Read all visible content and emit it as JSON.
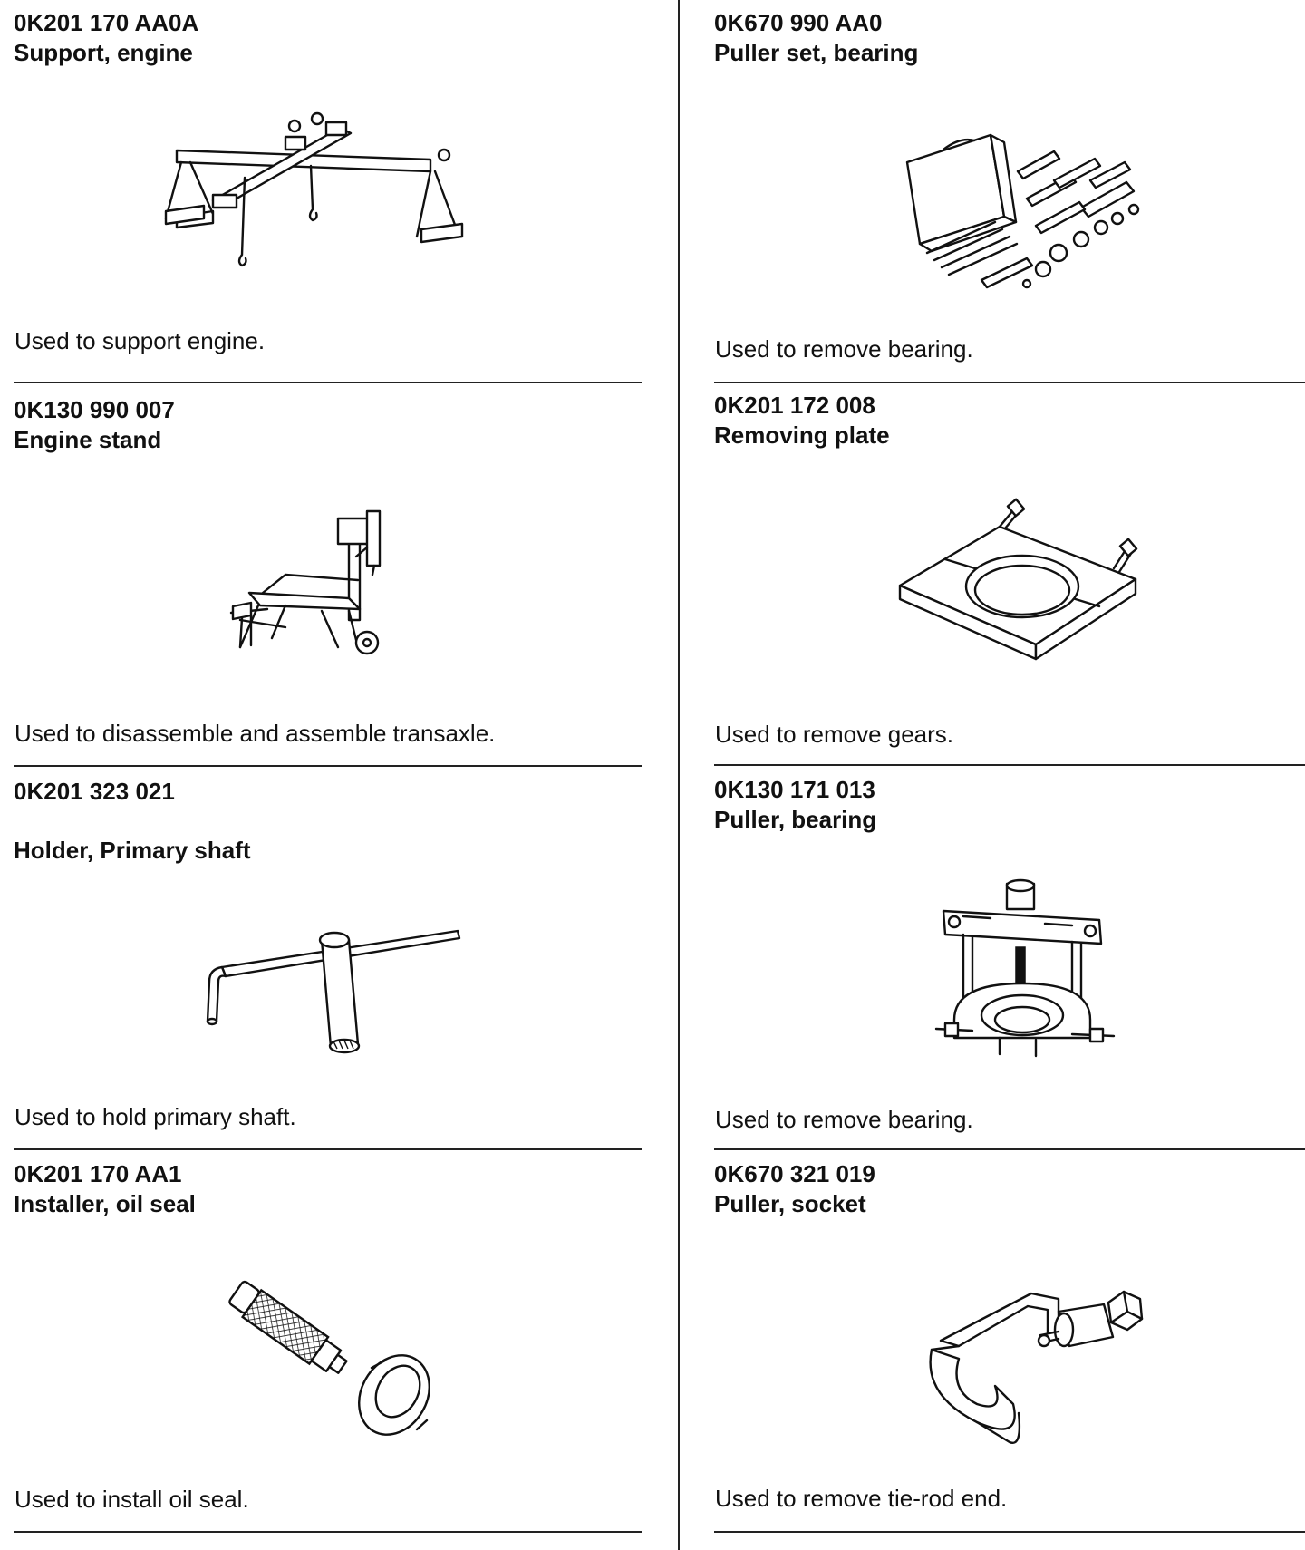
{
  "tools": [
    {
      "part_no": "0K201 170 AA0A",
      "name": "Support, engine",
      "description": "Used to support engine.",
      "illustration": "engine-support-icon"
    },
    {
      "part_no": "0K670 990 AA0",
      "name": "Puller set, bearing",
      "description": "Used to remove bearing.",
      "illustration": "bearing-puller-set-icon"
    },
    {
      "part_no": "0K130 990 007",
      "name": "Engine stand",
      "description": "Used to disassemble and assemble transaxle.",
      "illustration": "engine-stand-icon"
    },
    {
      "part_no": "0K201 172 008",
      "name": "Removing plate",
      "description": "Used to remove gears.",
      "illustration": "removing-plate-icon"
    },
    {
      "part_no": "0K201 323 021",
      "name": "Holder, Primary shaft",
      "description": "Used to hold primary shaft.",
      "illustration": "primary-shaft-holder-icon"
    },
    {
      "part_no": "0K130 171 013",
      "name": "Puller, bearing",
      "description": "Used to remove bearing.",
      "illustration": "bearing-puller-icon"
    },
    {
      "part_no": "0K201 170 AA1",
      "name": "Installer, oil seal",
      "description": "Used to install oil seal.",
      "illustration": "oil-seal-installer-icon"
    },
    {
      "part_no": "0K670 321 019",
      "name": "Puller, socket",
      "description": "Used to remove tie-rod end.",
      "illustration": "socket-puller-icon"
    }
  ]
}
